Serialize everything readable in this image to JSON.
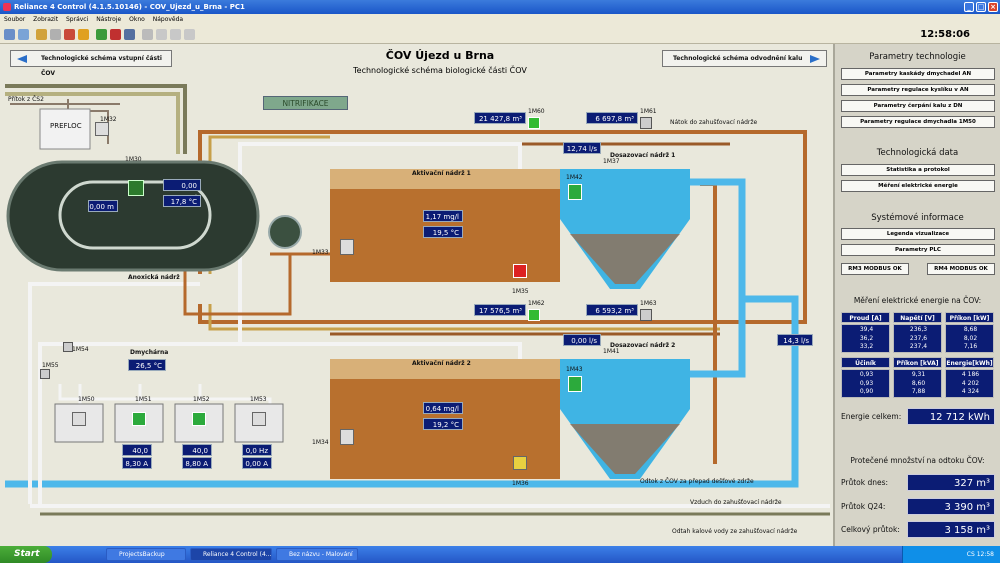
{
  "window": {
    "title": "Reliance 4 Control (4.1.5.10146) - COV_Ujezd_u_Brna - PC1"
  },
  "menu": [
    "Soubor",
    "Zobrazit",
    "Správci",
    "Nástroje",
    "Okno",
    "Nápověda"
  ],
  "clock": "12:58:06",
  "header": {
    "title": "ČOV Újezd u Brna",
    "subtitle": "Technologické schéma biologické části ČOV",
    "nav_left": "Technologické schéma vstupní části ČOV",
    "nav_right": "Technologické schéma odvodnění kalu"
  },
  "status_label": "NITRIFIKACE",
  "labels": {
    "pritok": "Přítok z ČS2",
    "prefloc": "PREFLOC",
    "m32": "1M32",
    "m30": "1M30",
    "anoxicka": "Anoxická nádrž",
    "m33": "1M33",
    "m34": "1M34",
    "an1": "Aktivační nádrž 1",
    "an2": "Aktivační nádrž 2",
    "dn1": "Dosazovací nádrž 1",
    "dn2": "Dosazovací nádrž 2",
    "m35": "1M35",
    "m36": "1M36",
    "m37": "1M37",
    "m41": "1M41",
    "m60": "1M60",
    "m61": "1M61",
    "m62": "1M62",
    "m63": "1M63",
    "m42": "1M42",
    "m43": "1M43",
    "m54": "1M54",
    "m55": "1M55",
    "m50": "1M50",
    "m51": "1M51",
    "m52": "1M52",
    "m53": "1M53",
    "dmychárna": "Dmychárna",
    "natok": "Nátok do zahušťovací nádrže",
    "odtok": "Odtok z ČOV za přepad dešťové zdrže",
    "vzduch": "Vzduch do zahušťovací nádrže",
    "odtah": "Odtah kalové vody ze zahušťovací nádrže"
  },
  "values": {
    "anox_o2": "0,00 mg/l",
    "anox_temp": "17,8 °C",
    "anox_level": "0,00 m",
    "an1_o2": "1,17 mg/l",
    "an1_temp": "19,5 °C",
    "an2_o2": "0,64 mg/l",
    "an2_temp": "19,2 °C",
    "m60": "21 427,8 m³",
    "m61": "6 697,8 m³",
    "m62": "17 576,5 m³",
    "m63": "6 593,2 m³",
    "flow1": "12,74 l/s",
    "flow2": "0,00 l/s",
    "flow_out": "14,3 l/s",
    "dmych_temp": "26,5 °C",
    "b1_hz": "40,0 Hz",
    "b1_a": "8,30 A",
    "b2_hz": "40,0 Hz",
    "b2_a": "8,80 A",
    "b3_hz": "0,0 Hz",
    "b3_a": "0,00 A"
  },
  "side": {
    "param_head": "Parametry technologie",
    "param_btns": [
      "Parametry kaskády dmychadel AN",
      "Parametry regulace kyslíku v AN",
      "Parametry čerpání kalu z DN",
      "Parametry regulace dmychadla 1M50"
    ],
    "tech_head": "Technologická data",
    "tech_btns": [
      "Statistika a protokol",
      "Měření elektrické energie"
    ],
    "sys_head": "Systémové informace",
    "sys_btns": [
      "Legenda vizualizace",
      "Parametry PLC"
    ],
    "modbus": [
      "RM3 MODBUS OK",
      "RM4 MODBUS OK"
    ],
    "energy_head": "Měření elektrické energie na ČOV:",
    "tbl1_head": [
      "Proud [A]",
      "Napětí [V]",
      "Příkon [kW]"
    ],
    "tbl1": [
      [
        "39,4",
        "36,2",
        "33,2"
      ],
      [
        "236,3",
        "237,6",
        "237,4"
      ],
      [
        "8,68",
        "8,02",
        "7,16"
      ]
    ],
    "tbl2_head": [
      "Účiník",
      "Příkon [kVA]",
      "Energie[kWh]"
    ],
    "tbl2": [
      [
        "0,93",
        "0,93",
        "0,90"
      ],
      [
        "9,31",
        "8,60",
        "7,88"
      ],
      [
        "4 186",
        "4 202",
        "4 324"
      ]
    ],
    "energy_total_label": "Energie celkem:",
    "energy_total": "12 712 kWh",
    "flow_head": "Protečené množství na odtoku ČOV:",
    "f1_label": "Průtok dnes:",
    "f1": "327 m³",
    "f2_label": "Průtok Q24:",
    "f2": "3 390 m³",
    "f3_label": "Celkový průtok:",
    "f3": "3 158 m³"
  },
  "taskbar": {
    "start": "Start",
    "tasks": [
      "ProjectsBackup",
      "Reliance 4 Control (4....",
      "Bez názvu - Malování"
    ],
    "tray": "CS 12:58"
  },
  "colors": {
    "panel_blue": "#0b1c74",
    "water": "#3fb4e4",
    "sludge": "#b5692c"
  }
}
